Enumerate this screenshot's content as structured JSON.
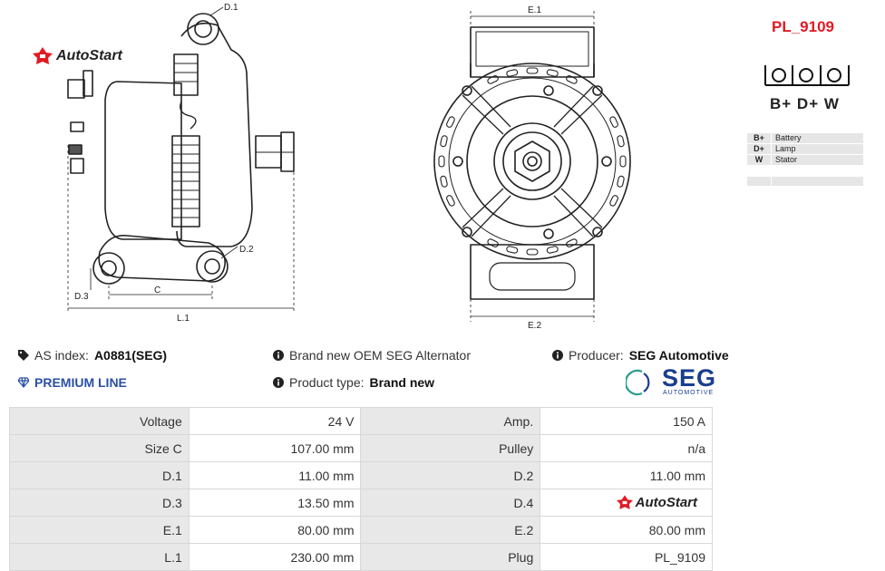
{
  "brand": {
    "name": "AutoStart",
    "color": "#e01b23"
  },
  "product_code": "PL_9109",
  "drawing": {
    "dims": {
      "d1": "D.1",
      "d2": "D.2",
      "d3": "D.3",
      "c": "C",
      "l1": "L.1",
      "e1": "E.1",
      "e2": "E.2"
    }
  },
  "plug": {
    "terminals": "B+ D+ W",
    "legend": [
      {
        "key": "B+",
        "label": "Battery"
      },
      {
        "key": "D+",
        "label": "Lamp"
      },
      {
        "key": "W",
        "label": "Stator"
      }
    ]
  },
  "info": {
    "as_index_label": "AS index:",
    "as_index_value": "A0881(SEG)",
    "premium": "PREMIUM LINE",
    "brand_new": "Brand new OEM SEG Alternator",
    "product_type_label": "Product type:",
    "product_type_value": "Brand new",
    "producer_label": "Producer:",
    "producer_value": "SEG Automotive"
  },
  "seg_logo": {
    "name": "SEG",
    "sub": "AUTOMOTIVE",
    "color": "#1a3d8f"
  },
  "specs": [
    {
      "l1": "Voltage",
      "v1": "24 V",
      "l2": "Amp.",
      "v2": "150 A"
    },
    {
      "l1": "Size C",
      "v1": "107.00 mm",
      "l2": "Pulley",
      "v2": "n/a"
    },
    {
      "l1": "D.1",
      "v1": "11.00 mm",
      "l2": "D.2",
      "v2": "11.00 mm"
    },
    {
      "l1": "D.3",
      "v1": "13.50 mm",
      "l2": "D.4",
      "v2": ""
    },
    {
      "l1": "E.1",
      "v1": "80.00 mm",
      "l2": "E.2",
      "v2": "80.00 mm"
    },
    {
      "l1": "L.1",
      "v1": "230.00 mm",
      "l2": "Plug",
      "v2": "PL_9109"
    }
  ]
}
